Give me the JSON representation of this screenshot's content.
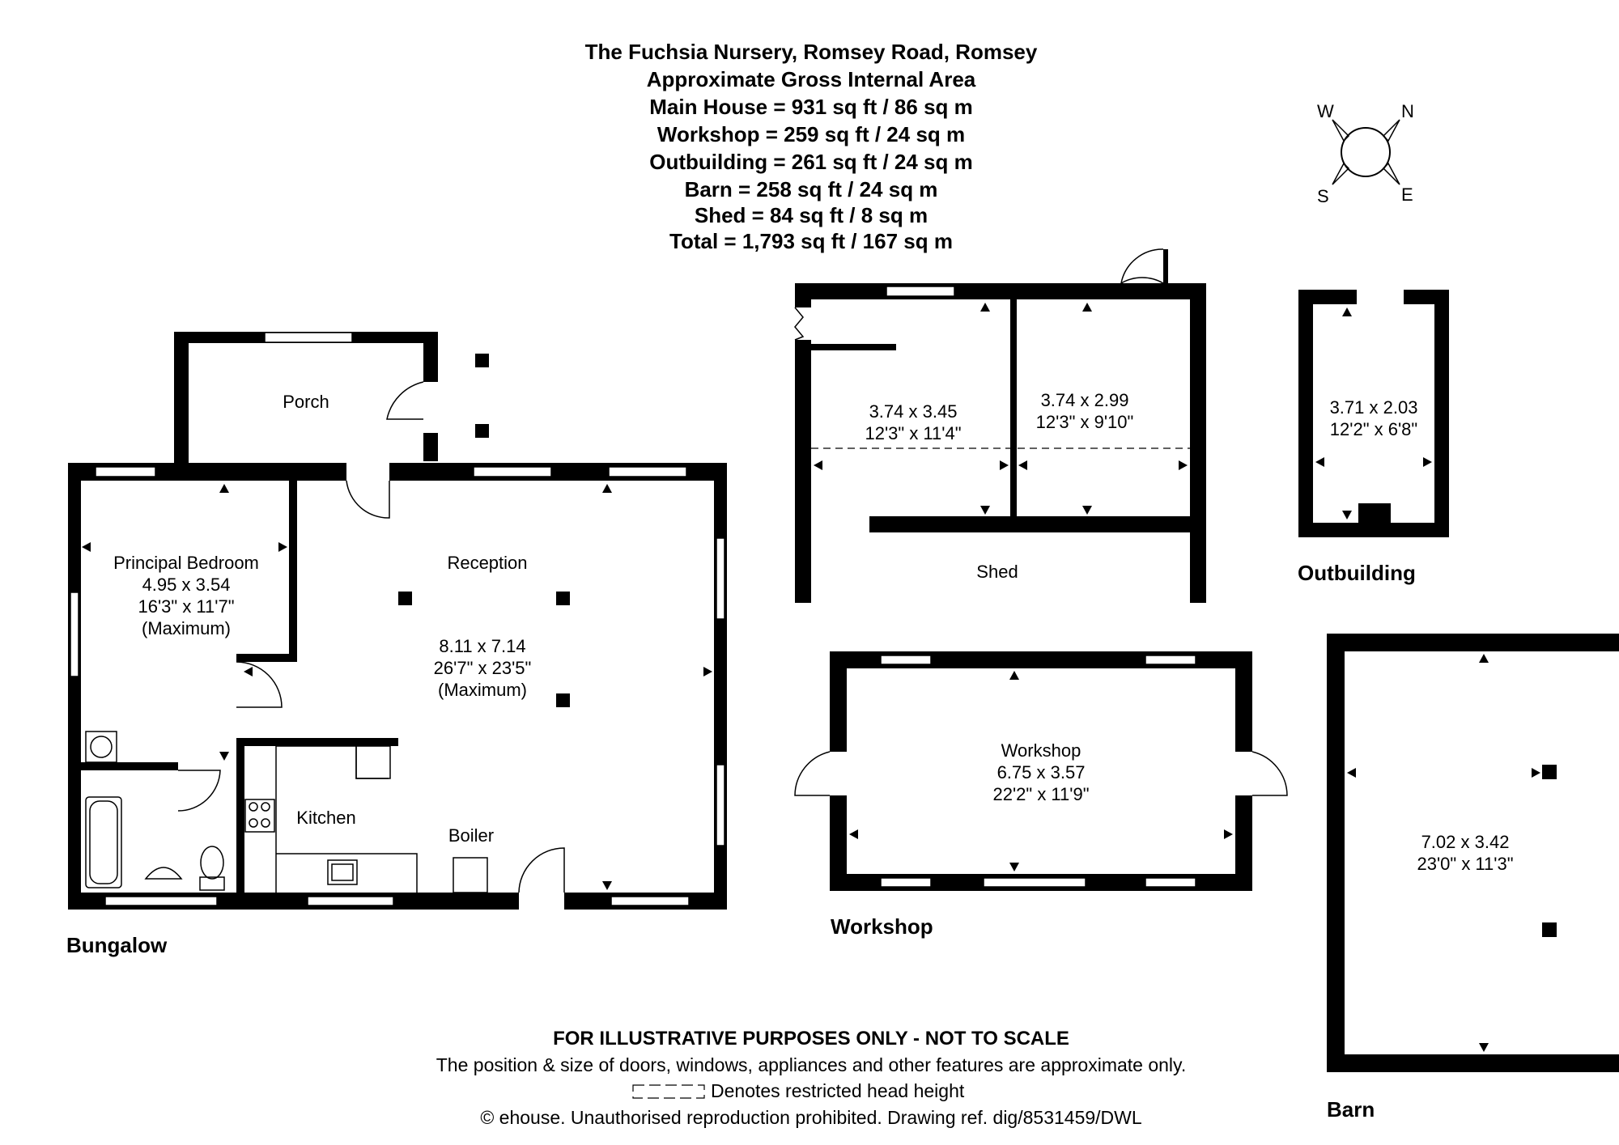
{
  "header": {
    "title": "The Fuchsia Nursery, Romsey Road, Romsey",
    "subtitle": "Approximate Gross Internal Area",
    "areas": [
      "Main House = 931 sq ft / 86 sq m",
      "Workshop = 259 sq ft / 24 sq m",
      "Outbuilding = 261 sq ft / 24 sq m",
      "Barn = 258 sq ft / 24 sq m",
      "Shed = 84 sq ft / 8 sq m",
      "Total = 1,793 sq ft / 167 sq m"
    ]
  },
  "compass": {
    "w": "W",
    "n": "N",
    "s": "S",
    "e": "E"
  },
  "buildings": {
    "bungalow": "Bungalow",
    "workshop": "Workshop",
    "outbuilding": "Outbuilding",
    "barn": "Barn"
  },
  "rooms": {
    "porch": {
      "name": "Porch"
    },
    "bedroom": {
      "name": "Principal Bedroom",
      "metric": "4.95 x 3.54",
      "imperial": "16'3\" x 11'7\"",
      "note": "(Maximum)"
    },
    "reception": {
      "name": "Reception",
      "metric": "8.11 x 7.14",
      "imperial": "26'7\" x 23'5\"",
      "note": "(Maximum)"
    },
    "kitchen": {
      "name": "Kitchen"
    },
    "boiler": {
      "name": "Boiler"
    },
    "shed_left": {
      "metric": "3.74 x 3.45",
      "imperial": "12'3\" x 11'4\""
    },
    "shed_right": {
      "metric": "3.74 x 2.99",
      "imperial": "12'3\" x 9'10\""
    },
    "shed": {
      "name": "Shed"
    },
    "outbuilding": {
      "metric": "3.71 x 2.03",
      "imperial": "12'2\" x 6'8\""
    },
    "workshop": {
      "name": "Workshop",
      "metric": "6.75 x 3.57",
      "imperial": "22'2\" x 11'9\""
    },
    "barn": {
      "metric": "7.02 x 3.42",
      "imperial": "23'0\" x 11'3\""
    }
  },
  "footer": {
    "line1": "FOR ILLUSTRATIVE PURPOSES ONLY - NOT TO SCALE",
    "line2": "The position & size of doors, windows, appliances and other features are approximate only.",
    "line3": "Denotes restricted head height",
    "line4": "© ehouse. Unauthorised reproduction prohibited. Drawing ref. dig/8531459/DWL"
  }
}
